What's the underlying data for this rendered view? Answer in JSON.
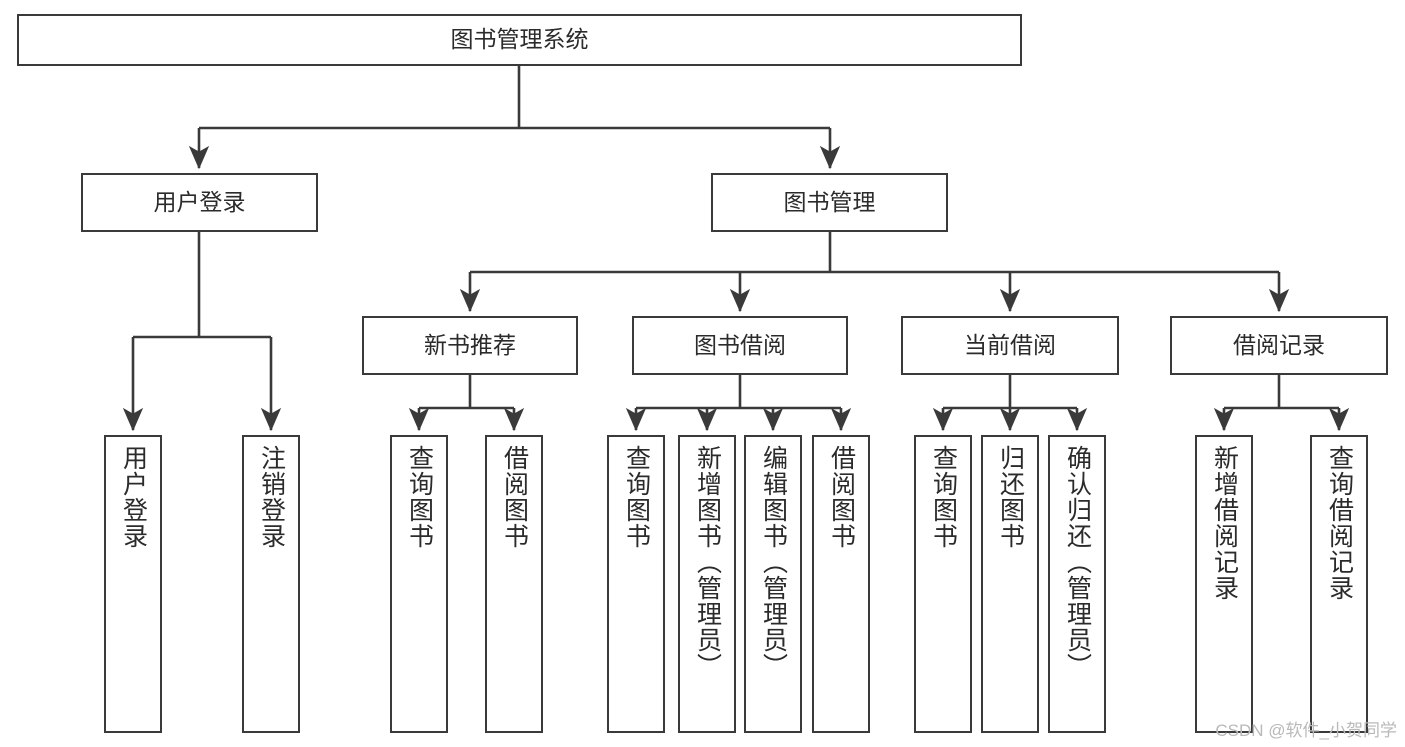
{
  "diagram": {
    "title": "图书管理系统",
    "type": "tree-hierarchy-diagram",
    "colors": {
      "stroke": "#3a3a3a",
      "fill": "#ffffff",
      "text": "#2b2b2b",
      "watermark": "#b9b9b9"
    },
    "nodes": {
      "root": {
        "label": "图书管理系统"
      },
      "level2": [
        {
          "id": "user-login",
          "label": "用户登录"
        },
        {
          "id": "book-management",
          "label": "图书管理"
        }
      ],
      "level3": [
        {
          "id": "new-book-recommend",
          "label": "新书推荐"
        },
        {
          "id": "book-borrow",
          "label": "图书借阅"
        },
        {
          "id": "current-borrow",
          "label": "当前借阅"
        },
        {
          "id": "borrow-record",
          "label": "借阅记录"
        }
      ],
      "leaves": {
        "user_login": [
          {
            "id": "leaf-user-login",
            "label": "用户登录"
          },
          {
            "id": "leaf-logout-login",
            "label": "注销登录"
          }
        ],
        "new_book_recommend": [
          {
            "id": "leaf-query-book-1",
            "label": "查询图书"
          },
          {
            "id": "leaf-borrow-book-1",
            "label": "借阅图书"
          }
        ],
        "book_borrow": [
          {
            "id": "leaf-query-book-2",
            "label": "查询图书"
          },
          {
            "id": "leaf-add-book",
            "label": "新增图书（管理员）"
          },
          {
            "id": "leaf-edit-book",
            "label": "编辑图书（管理员）"
          },
          {
            "id": "leaf-borrow-book-2",
            "label": "借阅图书"
          }
        ],
        "current_borrow": [
          {
            "id": "leaf-query-book-3",
            "label": "查询图书"
          },
          {
            "id": "leaf-return-book",
            "label": "归还图书"
          },
          {
            "id": "leaf-confirm-return",
            "label": "确认归还（管理员）"
          }
        ],
        "borrow_record": [
          {
            "id": "leaf-add-borrow-record",
            "label": "新增借阅记录"
          },
          {
            "id": "leaf-query-borrow-record",
            "label": "查询借阅记录"
          }
        ]
      }
    },
    "watermark": "CSDN @软件_小贺同学"
  }
}
